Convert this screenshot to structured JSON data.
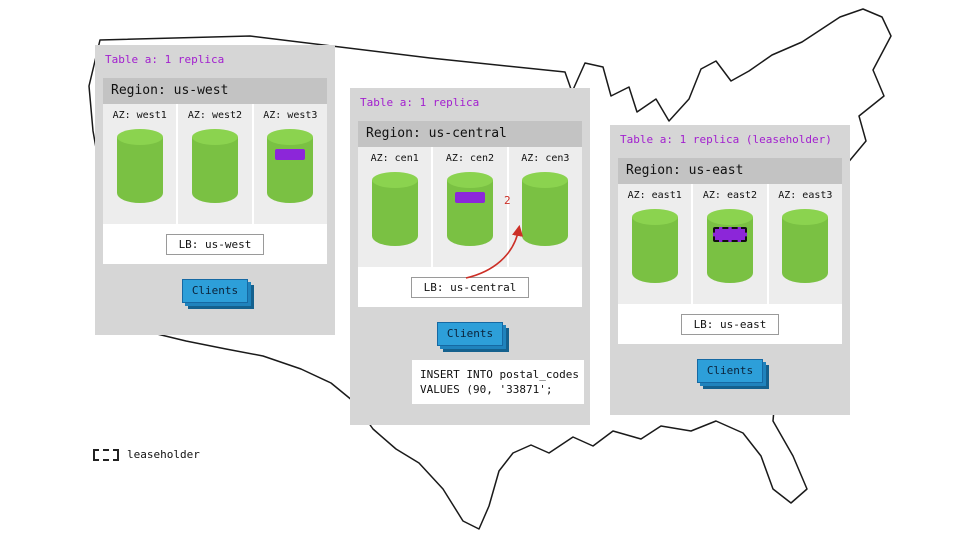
{
  "panels": [
    {
      "table_label": "Table a: 1 replica",
      "region_label": "Region: us-west",
      "azs": [
        {
          "label": "AZ: west1",
          "replica": false,
          "leaseholder": false
        },
        {
          "label": "AZ: west2",
          "replica": false,
          "leaseholder": false
        },
        {
          "label": "AZ: west3",
          "replica": true,
          "leaseholder": false
        }
      ],
      "lb_label": "LB: us-west",
      "clients_label": "Clients"
    },
    {
      "table_label": "Table a: 1 replica",
      "region_label": "Region: us-central",
      "azs": [
        {
          "label": "AZ: cen1",
          "replica": false,
          "leaseholder": false
        },
        {
          "label": "AZ: cen2",
          "replica": true,
          "leaseholder": false
        },
        {
          "label": "AZ: cen3",
          "replica": false,
          "leaseholder": false
        }
      ],
      "lb_label": "LB: us-central",
      "clients_label": "Clients",
      "arrow_label": "2",
      "sql_line1": "INSERT INTO postal_codes",
      "sql_line2": "VALUES (90, '33871';"
    },
    {
      "table_label": "Table a: 1 replica (leaseholder)",
      "region_label": "Region: us-east",
      "azs": [
        {
          "label": "AZ: east1",
          "replica": false,
          "leaseholder": false
        },
        {
          "label": "AZ: east2",
          "replica": true,
          "leaseholder": true
        },
        {
          "label": "AZ: east3",
          "replica": false,
          "leaseholder": false
        }
      ],
      "lb_label": "LB: us-east",
      "clients_label": "Clients"
    }
  ],
  "legend": {
    "label": "leaseholder"
  },
  "colors": {
    "purple_text": "#a21fcf",
    "replica_purple": "#8c26d9",
    "cylinder_green": "#7ac143",
    "clients_blue": "#2d9fd9",
    "arrow_red": "#cc2f26"
  }
}
